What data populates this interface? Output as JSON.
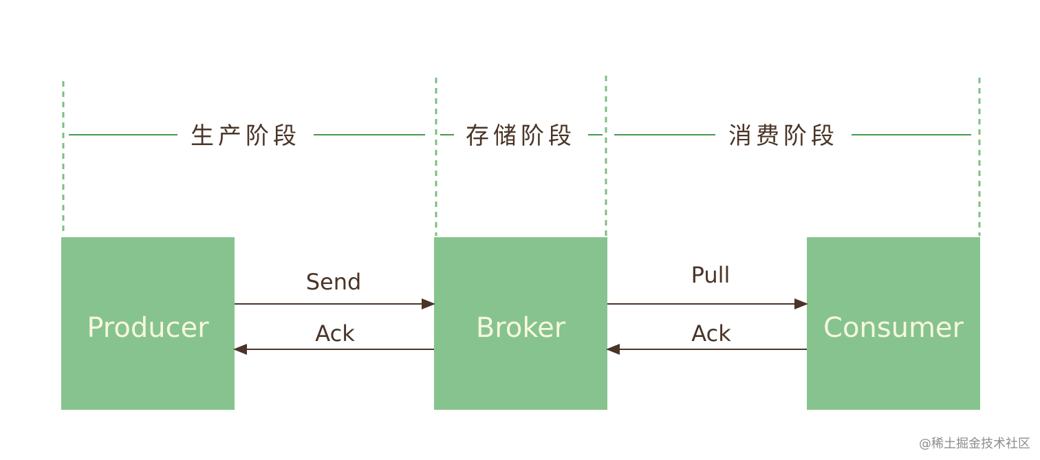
{
  "phases": {
    "production": "生产阶段",
    "storage": "存储阶段",
    "consumption": "消费阶段"
  },
  "nodes": {
    "producer": "Producer",
    "broker": "Broker",
    "consumer": "Consumer"
  },
  "arrows": {
    "send": "Send",
    "ack_left": "Ack",
    "pull": "Pull",
    "ack_right": "Ack"
  },
  "colors": {
    "node_fill": "#87c38e",
    "node_text": "#f6f7e0",
    "divider": "#7cbf80",
    "phase_line": "#3f9a48",
    "arrow": "#4a3428"
  },
  "watermark": "@稀土掘金技术社区"
}
